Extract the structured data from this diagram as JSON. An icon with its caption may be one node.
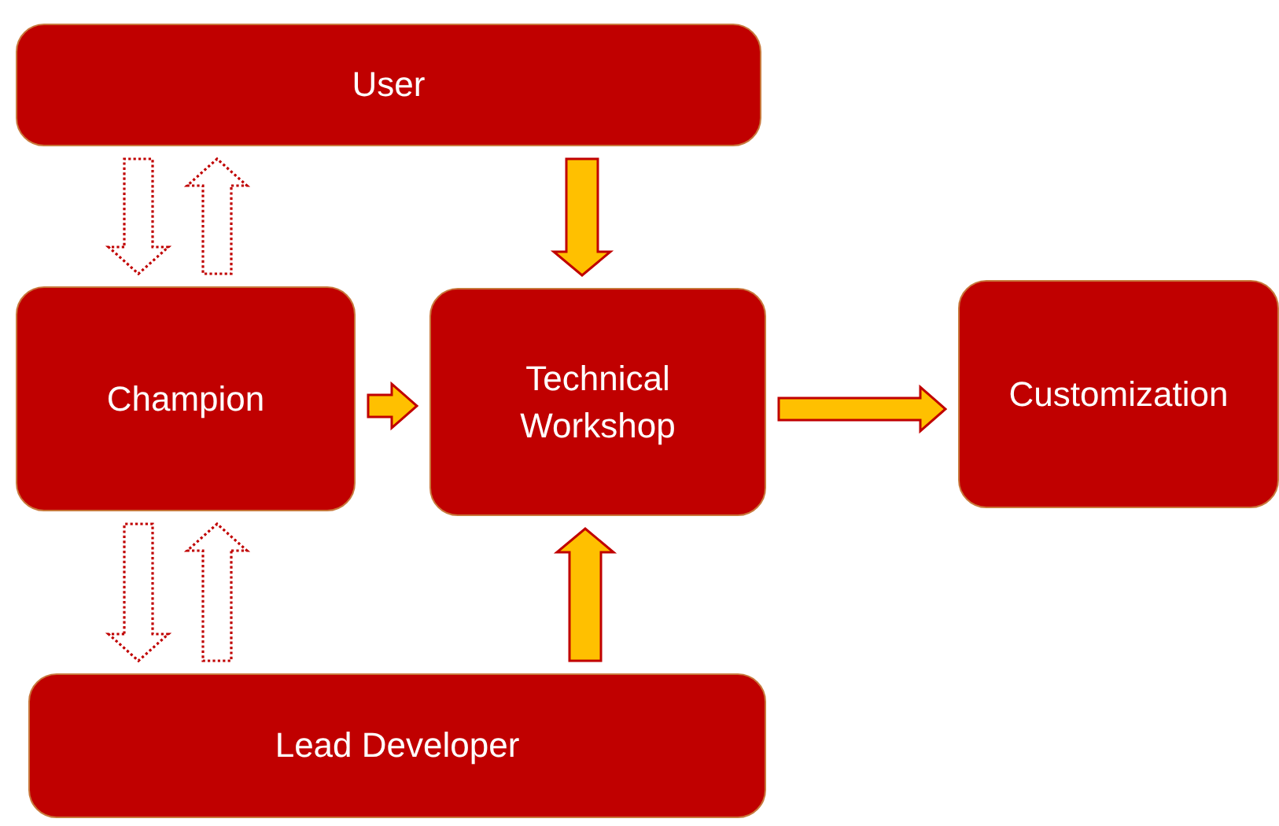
{
  "diagram": {
    "nodes": [
      {
        "text": [
          "User"
        ]
      },
      {
        "text": [
          "Champion"
        ]
      },
      {
        "text": [
          "Technical Workshop"
        ]
      },
      {
        "text": [
          "Customization"
        ]
      },
      {
        "text": [
          "Lead Developer"
        ]
      }
    ],
    "edges": [
      {
        "from": 0,
        "to": 1,
        "arrow": "to",
        "style": "dashed"
      },
      {
        "from": 1,
        "to": 0,
        "arrow": "to",
        "style": "dashed"
      },
      {
        "from": 1,
        "to": 4,
        "arrow": "to",
        "style": "dashed"
      },
      {
        "from": 4,
        "to": 1,
        "arrow": "to",
        "style": "dashed"
      },
      {
        "from": 0,
        "to": 2,
        "arrow": "to"
      },
      {
        "from": 1,
        "to": 2,
        "arrow": "to"
      },
      {
        "from": 2,
        "to": 3,
        "arrow": "to"
      },
      {
        "from": 4,
        "to": 2,
        "arrow": "to"
      }
    ]
  }
}
